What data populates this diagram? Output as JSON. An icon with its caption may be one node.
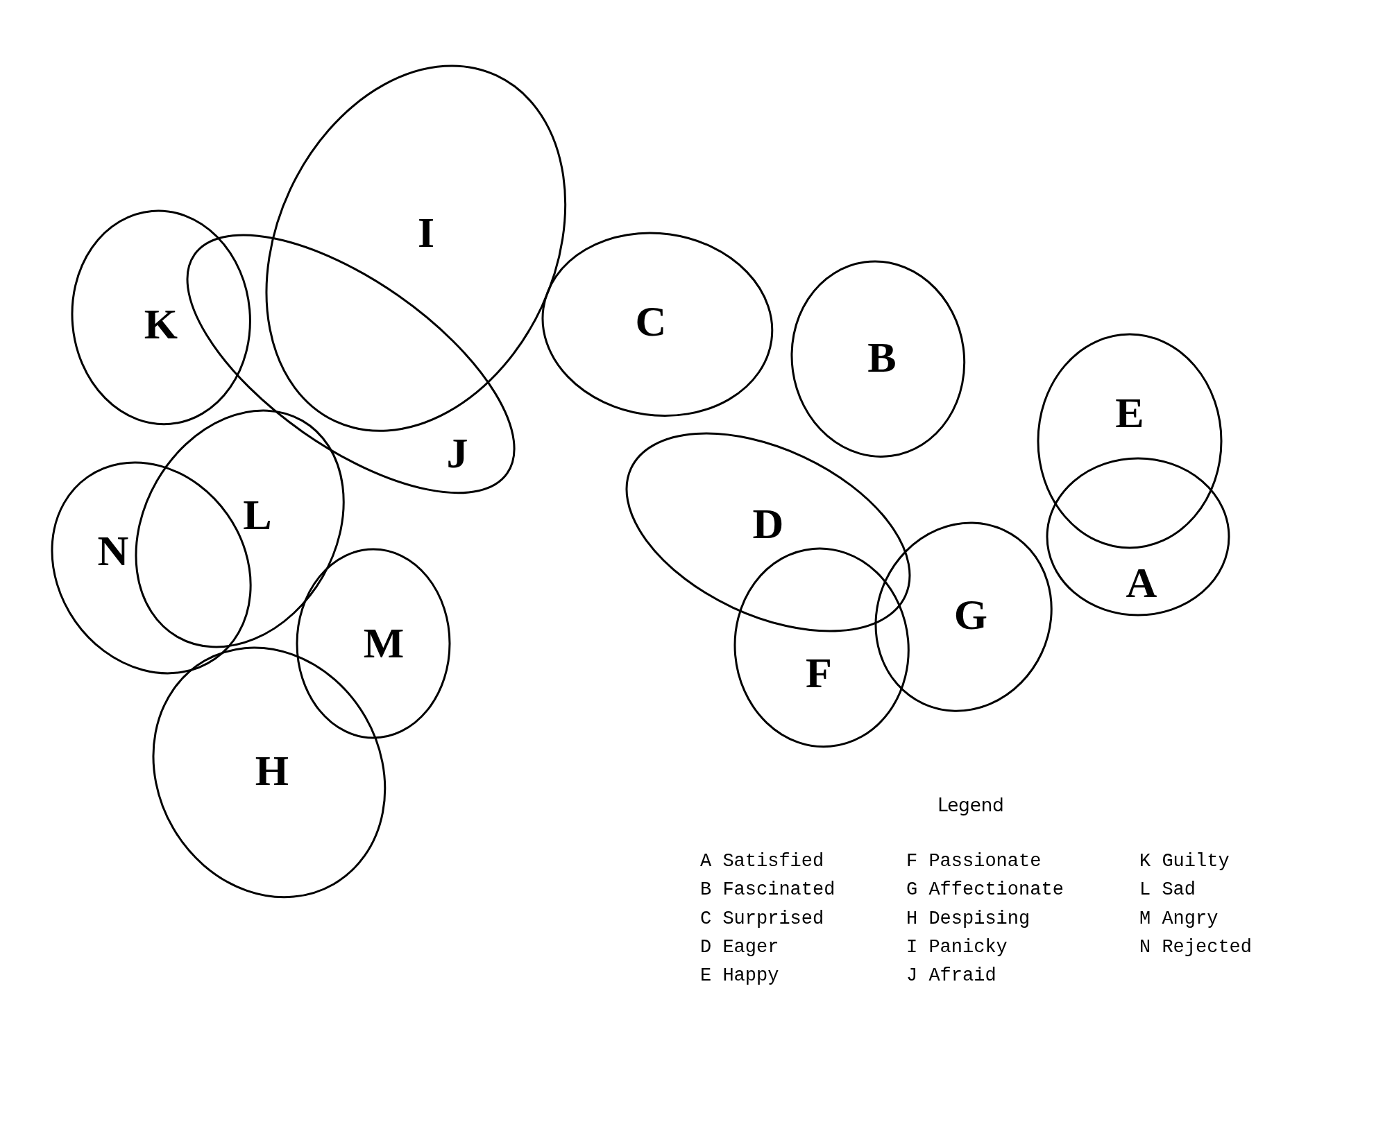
{
  "diagram": {
    "nodes": [
      {
        "text": [
          "I"
        ]
      },
      {
        "text": [
          "K"
        ]
      },
      {
        "text": [
          "C"
        ]
      },
      {
        "text": [
          "B"
        ]
      },
      {
        "text": [
          "E"
        ]
      },
      {
        "text": [
          "J"
        ]
      },
      {
        "text": [
          "D"
        ]
      },
      {
        "text": [
          "L"
        ]
      },
      {
        "text": [
          "N"
        ]
      },
      {
        "text": [
          "A"
        ]
      },
      {
        "text": [
          "G"
        ]
      },
      {
        "text": [
          "M"
        ]
      },
      {
        "text": [
          "F"
        ]
      },
      {
        "text": [
          "H"
        ]
      }
    ],
    "edges": [],
    "labels": [
      "Legend",
      "A Satisfied",
      "F Passionate",
      "K Guilty",
      "B Fascinated",
      "G Affectionate",
      "L Sad",
      "C Surprised",
      "H Despising",
      "M Angry",
      "D Eager",
      "I Panicky",
      "N Rejected",
      "E Happy",
      "J Afraid"
    ]
  }
}
